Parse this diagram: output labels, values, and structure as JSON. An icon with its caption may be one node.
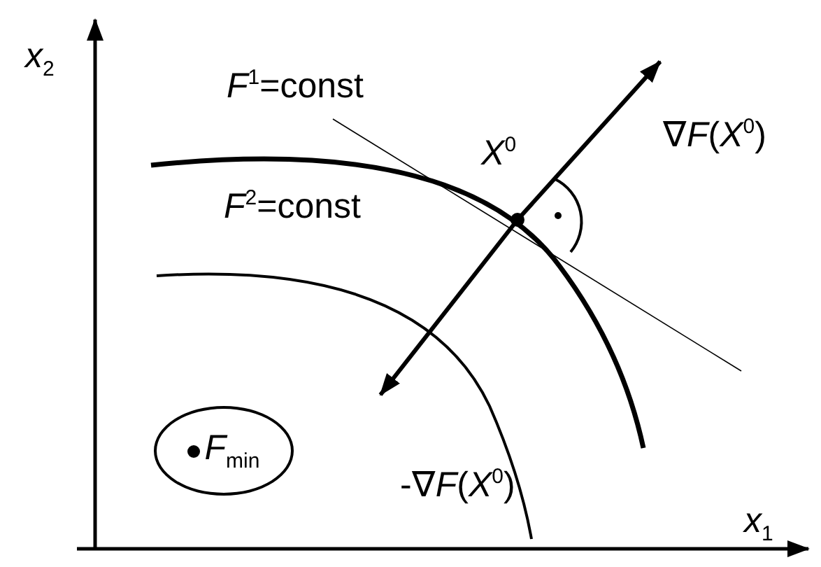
{
  "diagram": {
    "nodes": [
      {
        "text": [
          "*F*$_{min}$"
        ]
      }
    ],
    "labels": [
      "*x*$_{2}$",
      "*F*$^{1}$=const",
      "∇*F*(*X*$^{0}$)",
      "*X*$^{0}$",
      "*F*$^{2}$=const",
      "-∇*F*(*X*$^{0}$)",
      "*x*$_{1}$"
    ]
  }
}
